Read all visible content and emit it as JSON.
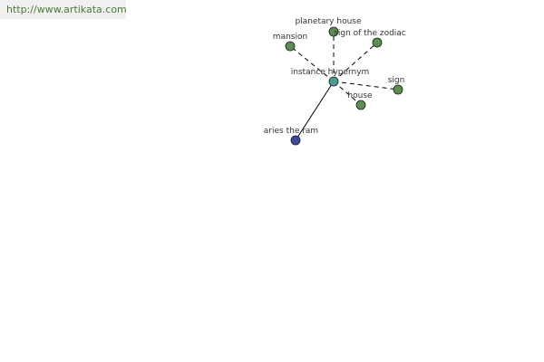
{
  "banner": {
    "url": "http://www.artikata.com"
  },
  "colors": {
    "banner_bg": "#f0f0f0",
    "banner_text": "#4a7a3a",
    "edge": "#000000",
    "node_related": "#5b8f4e",
    "node_center": "#4a9a9a",
    "node_root": "#3a4aa0",
    "node_stroke": "#1a1a1a",
    "label": "#333333"
  },
  "graph": {
    "center": {
      "id": "center",
      "label": "instance hypernym",
      "kind": "center"
    },
    "nodes": [
      {
        "id": "planetary-house",
        "label": "planetary house",
        "kind": "related"
      },
      {
        "id": "mansion",
        "label": "mansion",
        "kind": "related"
      },
      {
        "id": "sign-of-the-zodiac",
        "label": "sign of the zodiac",
        "kind": "related"
      },
      {
        "id": "sign",
        "label": "sign",
        "kind": "related"
      },
      {
        "id": "house",
        "label": "house",
        "kind": "related"
      },
      {
        "id": "aries-the-ram",
        "label": "aries the ram",
        "kind": "root"
      }
    ],
    "edges": [
      {
        "from": "center",
        "to": "planetary-house",
        "style": "dashed"
      },
      {
        "from": "center",
        "to": "mansion",
        "style": "dashed"
      },
      {
        "from": "center",
        "to": "sign-of-the-zodiac",
        "style": "dashed"
      },
      {
        "from": "center",
        "to": "sign",
        "style": "dashed"
      },
      {
        "from": "center",
        "to": "house",
        "style": "dashed"
      },
      {
        "from": "center",
        "to": "aries-the-ram",
        "style": "solid"
      }
    ]
  }
}
